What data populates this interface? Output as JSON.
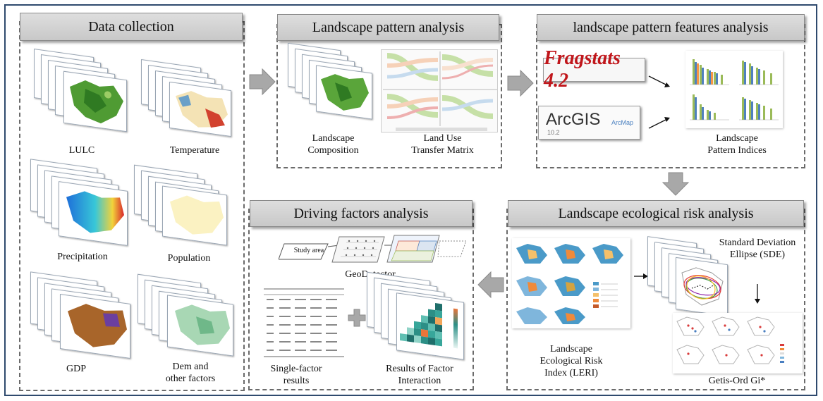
{
  "panels": {
    "data_collection": {
      "title": "Data collection",
      "items": [
        "LULC",
        "Temperature",
        "Precipitation",
        "Population",
        "GDP",
        "Dem and",
        "other factors"
      ]
    },
    "landscape_pattern": {
      "title": "Landscape pattern analysis",
      "items": [
        "Landscape",
        "Composition",
        "Land Use",
        "Transfer Matrix"
      ]
    },
    "pattern_features": {
      "title": "landscape pattern features analysis",
      "fragstats": "Fragstats 4.2",
      "arcgis": "ArcGIS",
      "arcmap": "ArcMap",
      "arcgis_version": "10.2",
      "items": [
        "Landscape",
        "Pattern Indices"
      ]
    },
    "driving_factors": {
      "title": "Driving factors analysis",
      "study_area": "Study area",
      "geodetector": "GeoDetector",
      "items": [
        "Single-factor",
        "results",
        "Results of Factor",
        "Interaction"
      ]
    },
    "ecological_risk": {
      "title": "Landscape ecological risk analysis",
      "sde": [
        "Standard Deviation",
        "Ellipse (SDE)"
      ],
      "leri": [
        "Landscape",
        "Ecological Risk",
        "Index (LERI)"
      ],
      "gi": "Getis-Ord Gi*"
    }
  },
  "colors": {
    "frame": "#2f4a6e",
    "header_bg": "#d4d4d4",
    "arrow": "#a8a8a8",
    "lulc_green": "#3d8f2a",
    "fragstats_red": "#c0161b"
  }
}
